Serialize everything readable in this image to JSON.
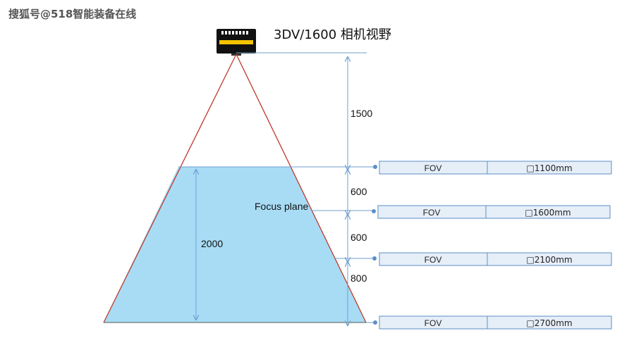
{
  "watermark": "搜狐号@518智能装备在线",
  "title": "3DV/1600 相机视野",
  "focus_plane_label": "Focus plane",
  "dimensions": {
    "camera_to_first": "1500",
    "gap_1": "600",
    "gap_2": "600",
    "gap_3": "800",
    "depth_range": "2000"
  },
  "fov_rows": [
    {
      "label": "FOV",
      "value": "□1100mm"
    },
    {
      "label": "FOV",
      "value": "□1600mm"
    },
    {
      "label": "FOV",
      "value": "□2100mm"
    },
    {
      "label": "FOV",
      "value": "□2700mm"
    }
  ],
  "colors": {
    "cone_edge": "#c0392b",
    "volume_fill": "#a8dcf5",
    "guide_line": "#6f9fcf",
    "table_border": "#5b8fc6",
    "table_fill": "#e6eef8",
    "camera_body": "#111111",
    "camera_stripe": "#f2c400"
  },
  "icons": [
    "camera-icon"
  ]
}
